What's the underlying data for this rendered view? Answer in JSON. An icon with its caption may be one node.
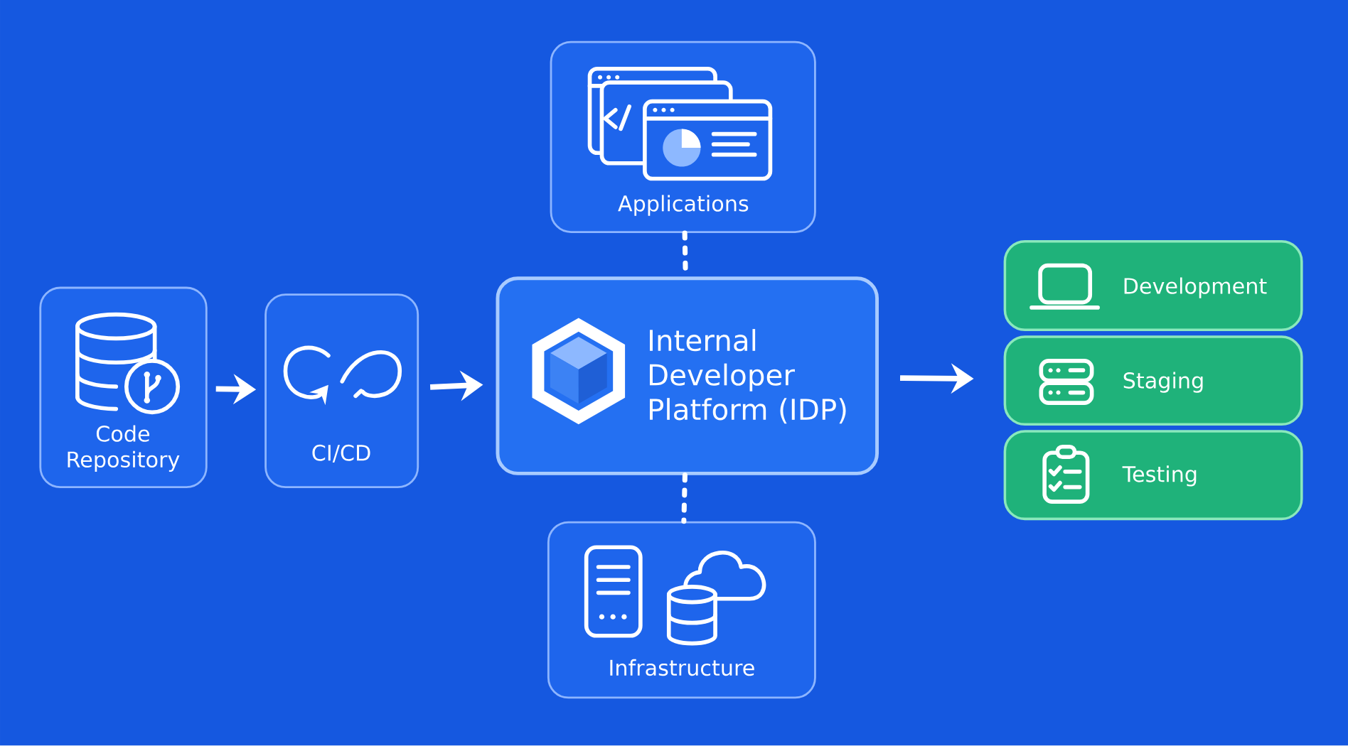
{
  "diagram": {
    "nodes": [
      {
        "text": [
          "Code Repository"
        ]
      },
      {
        "text": [
          "CI/CD"
        ]
      },
      {
        "text": [
          "Applications"
        ]
      },
      {
        "text": [
          "Internal Developer Platform (IDP)"
        ]
      },
      {
        "text": [
          "Infrastructure"
        ]
      },
      {
        "text": [
          "Development"
        ]
      },
      {
        "text": [
          "Staging"
        ]
      },
      {
        "text": [
          "Testing"
        ]
      }
    ],
    "edges": [
      {
        "from": 0,
        "to": 1,
        "arrow": "to"
      },
      {
        "from": 1,
        "to": 3,
        "arrow": "to"
      },
      {
        "from": 2,
        "to": 3,
        "arrow": "none",
        "style": "dashed"
      },
      {
        "from": 3,
        "to": 4,
        "arrow": "none",
        "style": "dashed"
      },
      {
        "from": 3,
        "to": 6,
        "arrow": "to"
      }
    ]
  }
}
